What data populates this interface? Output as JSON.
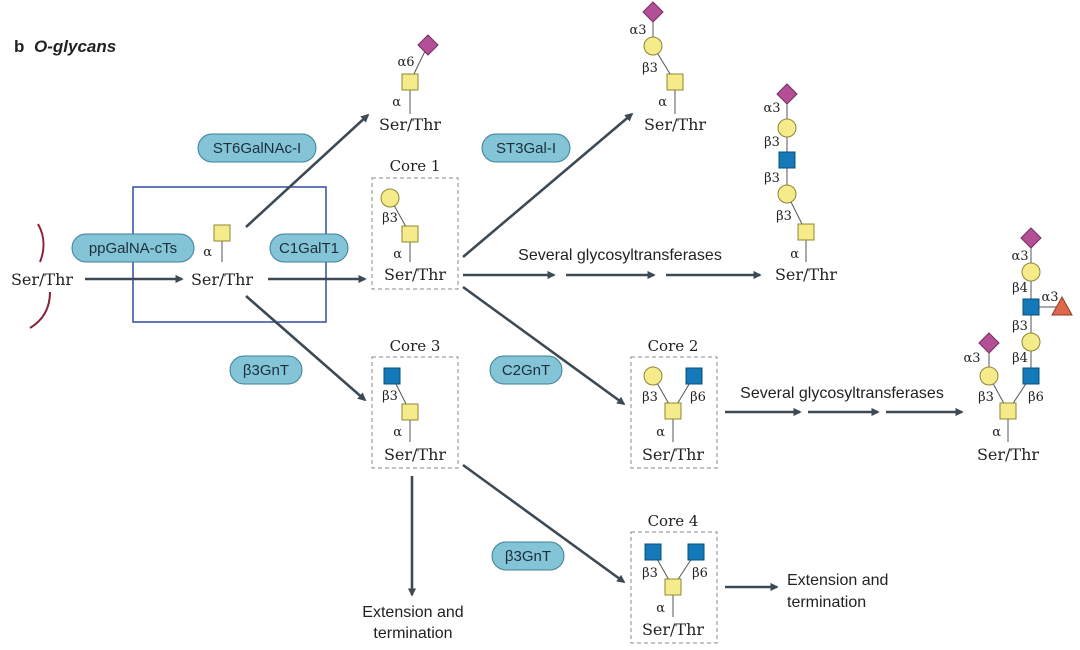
{
  "panel": {
    "letter": "b",
    "title": "O-glycans"
  },
  "enzymes": {
    "ppgalnac": "ppGalNA-cTs",
    "st6galnac": "ST6GalNAc-I",
    "c1galt1": "C1GalT1",
    "b3gnt_core3": "β3GnT",
    "st3gal": "ST3Gal-I",
    "c2gnt": "C2GnT",
    "b3gnt_core4": "β3GnT"
  },
  "cores": {
    "core1": "Core 1",
    "core2": "Core 2",
    "core3": "Core 3",
    "core4": "Core 4"
  },
  "substrate": "Ser/Thr",
  "linkages": {
    "a": "α",
    "a3": "α3",
    "a6": "α6",
    "b3": "β3",
    "b4": "β4",
    "b6": "β6"
  },
  "steps": {
    "several_glyco_top": "Several glycosyltransferases",
    "several_glyco_mid": "Several glycosyltransferases"
  },
  "extension": {
    "line1": "Extension and",
    "line2": "termination"
  },
  "colors": {
    "gal": "#f6eb8a",
    "galnac": "#f6eb8a",
    "glcnac": "#1479b8",
    "sialic": "#b24f96",
    "fucose": "#dc6a4a",
    "enzyme_pill": "#84c4d7",
    "highlight_box": "#3b57a6",
    "arrow": "#3c4a56"
  }
}
